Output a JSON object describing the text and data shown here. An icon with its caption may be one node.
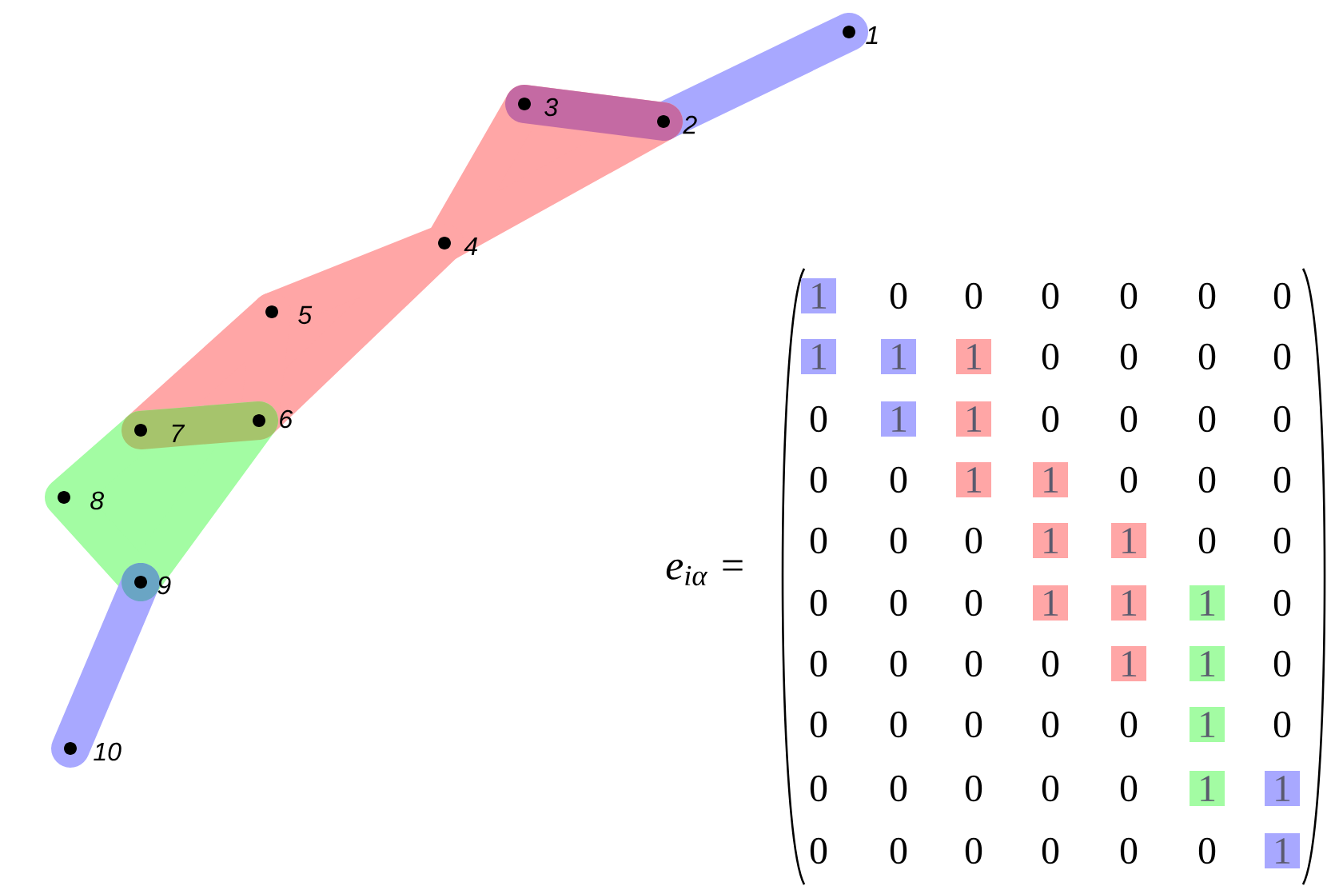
{
  "diagram": {
    "nodes": [
      {
        "text": [],
        "shape": "circle",
        "beside": [
          "1"
        ]
      },
      {
        "text": [],
        "shape": "circle",
        "beside": [
          "2"
        ]
      },
      {
        "text": [],
        "shape": "circle",
        "beside": [
          "3"
        ]
      },
      {
        "text": [],
        "shape": "circle",
        "beside": [
          "4"
        ]
      },
      {
        "text": [],
        "shape": "circle",
        "beside": [
          "5"
        ]
      },
      {
        "text": [],
        "shape": "circle",
        "beside": [
          "6"
        ]
      },
      {
        "text": [],
        "shape": "circle",
        "beside": [
          "7"
        ]
      },
      {
        "text": [],
        "shape": "circle",
        "beside": [
          "8"
        ]
      },
      {
        "text": [],
        "shape": "circle",
        "beside": [
          "9"
        ]
      },
      {
        "text": [],
        "shape": "circle",
        "beside": [
          "10"
        ]
      }
    ],
    "labels": [
      "e$_{iα}$ =",
      "1",
      "0",
      "0",
      "0",
      "0",
      "0",
      "0",
      "1",
      "1",
      "1",
      "0",
      "0",
      "0",
      "0",
      "0",
      "1",
      "1",
      "0",
      "0",
      "0",
      "0",
      "0",
      "0",
      "1",
      "1",
      "0",
      "0",
      "0",
      "0",
      "0",
      "0",
      "1",
      "1",
      "0",
      "0",
      "0",
      "0",
      "0",
      "1",
      "1",
      "1",
      "0",
      "0",
      "0",
      "0",
      "0",
      "1",
      "1",
      "0",
      "0",
      "0",
      "0",
      "0",
      "0",
      "1",
      "0",
      "0",
      "0",
      "0",
      "0",
      "0",
      "1",
      "1",
      "0",
      "0",
      "0",
      "0",
      "0",
      "0",
      "1"
    ]
  }
}
